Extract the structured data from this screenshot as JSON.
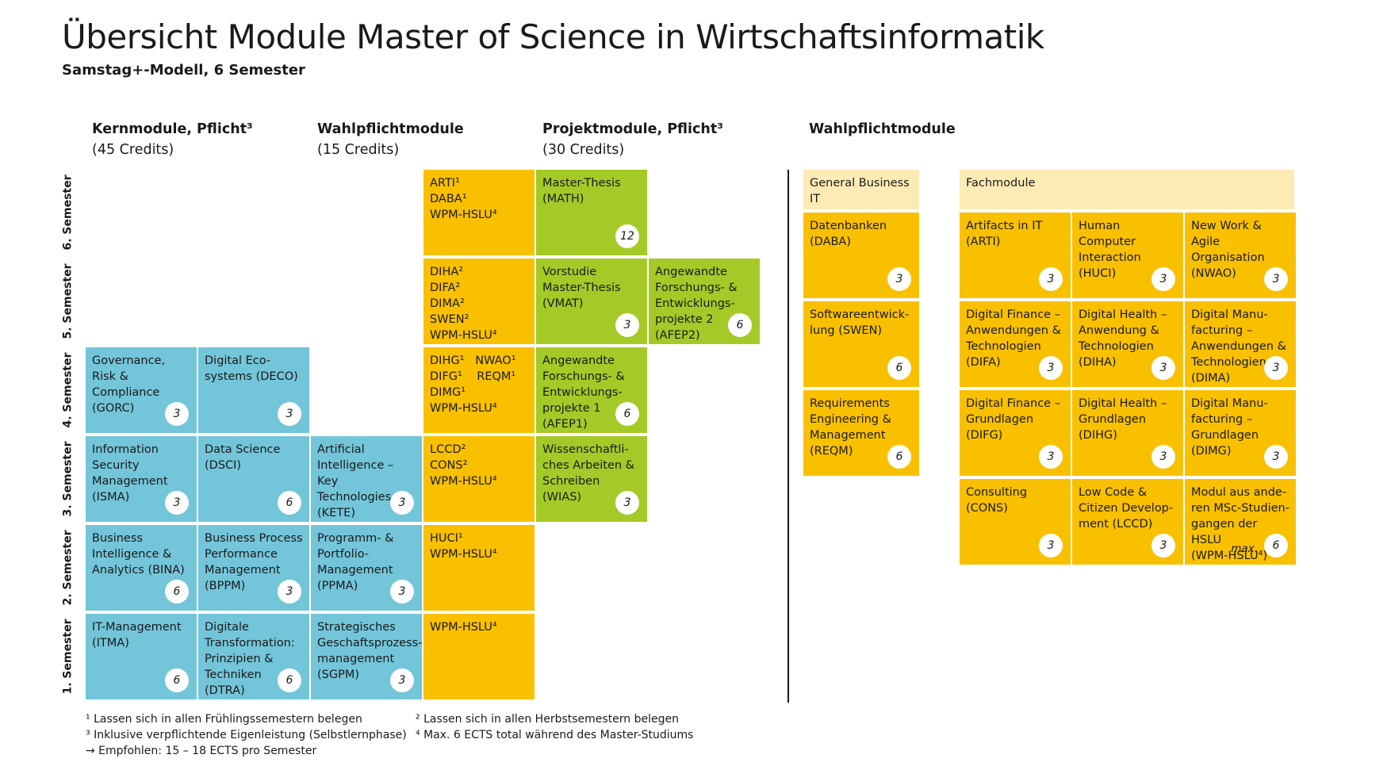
{
  "title": "Übersicht Module Master of Science in Wirtschaftsinformatik",
  "subtitle": "Samstag+-Modell, 6 Semester",
  "columns": {
    "kern": {
      "title": "Kernmodule, Pflicht³",
      "credits": "(45 Credits)"
    },
    "wahl": {
      "title": "Wahlpflichtmodule",
      "credits": "(15 Credits)"
    },
    "projekt": {
      "title": "Projektmodule, Pflicht³",
      "credits": "(30 Credits)"
    },
    "wahl_right": {
      "title": "Wahlpflichtmodule"
    }
  },
  "semesters": [
    "6. Semester",
    "5. Semester",
    "4. Semester",
    "3. Semester",
    "2. Semester",
    "1. Semester"
  ],
  "modules": {
    "gorc": {
      "label": "Governance,\nRisk & Compliance\n(GORC)",
      "credits": "3"
    },
    "deco": {
      "label": "Digital Eco-\nsystems (DECO)",
      "credits": "3"
    },
    "isma": {
      "label": "Information\nSecurity\nManagement\n(ISMA)",
      "credits": "3"
    },
    "dsci": {
      "label": "Data Science\n(DSCI)",
      "credits": "6"
    },
    "kete": {
      "label": "Artificial\nIntelligence –\nKey Technologies\n(KETE)",
      "credits": "3"
    },
    "bina": {
      "label": "Business\nIntelligence &\nAnalytics (BINA)",
      "credits": "6"
    },
    "bppm": {
      "label": "Business Process\nPerformance\nManagement\n(BPPM)",
      "credits": "3"
    },
    "ppma": {
      "label": "Programm- &\nPortfolio-\nManagement\n(PPMA)",
      "credits": "3"
    },
    "itma": {
      "label": "IT-Management\n(ITMA)",
      "credits": "6"
    },
    "dtra": {
      "label": "Digitale\nTransformation:\nPrinzipien &\nTechniken\n(DTRA)",
      "credits": "6"
    },
    "sgpm": {
      "label": "Strategisches\nGeschaftsprozess-\nmanagement\n(SGPM)",
      "credits": "3"
    },
    "wp6": {
      "label": "ARTI¹\nDABA¹\nWPM-HSLU⁴"
    },
    "wp5": {
      "label": "DIHA²\nDIFA²\nDIMA²\nSWEN²\nWPM-HSLU⁴"
    },
    "wp4": {
      "label": "DIHG¹   NWAO¹\nDIFG¹    REQM¹\nDIMG¹\nWPM-HSLU⁴"
    },
    "wp3": {
      "label": "LCCD²\nCONS²\nWPM-HSLU⁴"
    },
    "wp2": {
      "label": "HUCI¹\nWPM-HSLU⁴"
    },
    "wp1": {
      "label": "WPM-HSLU⁴"
    },
    "math": {
      "label": "Master-Thesis\n(MATH)",
      "credits": "12"
    },
    "vmat": {
      "label": "Vorstudie\nMaster-Thesis\n(VMAT)",
      "credits": "3"
    },
    "afep2": {
      "label": "Angewandte\nForschungs- &\nEntwicklungs-\nprojekte 2\n(AFEP2)",
      "credits": "6"
    },
    "afep1": {
      "label": "Angewandte\nForschungs- &\nEntwicklungs-\nprojekte 1\n(AFEP1)",
      "credits": "6"
    },
    "wias": {
      "label": "Wissenschaftli-\nches Arbeiten &\nSchreiben (WIAS)",
      "credits": "3"
    }
  },
  "general_business_it": {
    "header": "General Business IT",
    "daba": {
      "label": "Datenbanken\n(DABA)",
      "credits": "3"
    },
    "swen": {
      "label": "Softwareentwick-\nlung (SWEN)",
      "credits": "6"
    },
    "reqm": {
      "label": "Requirements\nEngineering &\nManagement\n(REQM)",
      "credits": "6"
    }
  },
  "fachmodule": {
    "header": "Fachmodule",
    "arti": {
      "label": "Artifacts in IT\n(ARTI)",
      "credits": "3"
    },
    "huci": {
      "label": "Human Computer\nInteraction\n(HUCI)",
      "credits": "3"
    },
    "nwao": {
      "label": "New Work & Agile\nOrganisation\n(NWAO)",
      "credits": "3"
    },
    "difa": {
      "label": "Digital Finance –\nAnwendungen &\nTechnologien\n(DIFA)",
      "credits": "3"
    },
    "diha": {
      "label": "Digital Health –\nAnwendung &\nTechnologien\n(DIHA)",
      "credits": "3"
    },
    "dima": {
      "label": "Digital Manu-\nfacturing –\nAnwendungen &\nTechnologien\n(DIMA)",
      "credits": "3"
    },
    "difg": {
      "label": "Digital Finance –\nGrundlagen\n(DIFG)",
      "credits": "3"
    },
    "dihg": {
      "label": "Digital Health –\nGrundlagen\n(DIHG)",
      "credits": "3"
    },
    "dimg": {
      "label": "Digital Manu-\nfacturing –\nGrundlagen\n(DIMG)",
      "credits": "3"
    },
    "cons": {
      "label": "Consulting (CONS)",
      "credits": "3"
    },
    "lccd": {
      "label": "Low Code &\nCitizen Develop-\nment (LCCD)",
      "credits": "3"
    },
    "wpm": {
      "label": "Modul aus ande-\nren MSc-Studien-\ngangen der HSLU\n(WPM-HSLU⁴)",
      "credits": "6",
      "max": "max."
    }
  },
  "footnotes": {
    "f1": "¹ Lassen sich in allen Frühlingssemestern belegen",
    "f2": "² Lassen sich in allen Herbstsemestern belegen",
    "f3": "³ Inklusive verpflichtende Eigenleistung (Selbstlernphase)",
    "f4": "⁴ Max. 6 ECTS total während des Master-Studiums",
    "f5": "→ Empfohlen: 15 – 18 ECTS pro Semester"
  },
  "colors": {
    "blue": "#73c5d9",
    "orange": "#f9c000",
    "green": "#a5c926",
    "pale": "#fdebb5"
  }
}
